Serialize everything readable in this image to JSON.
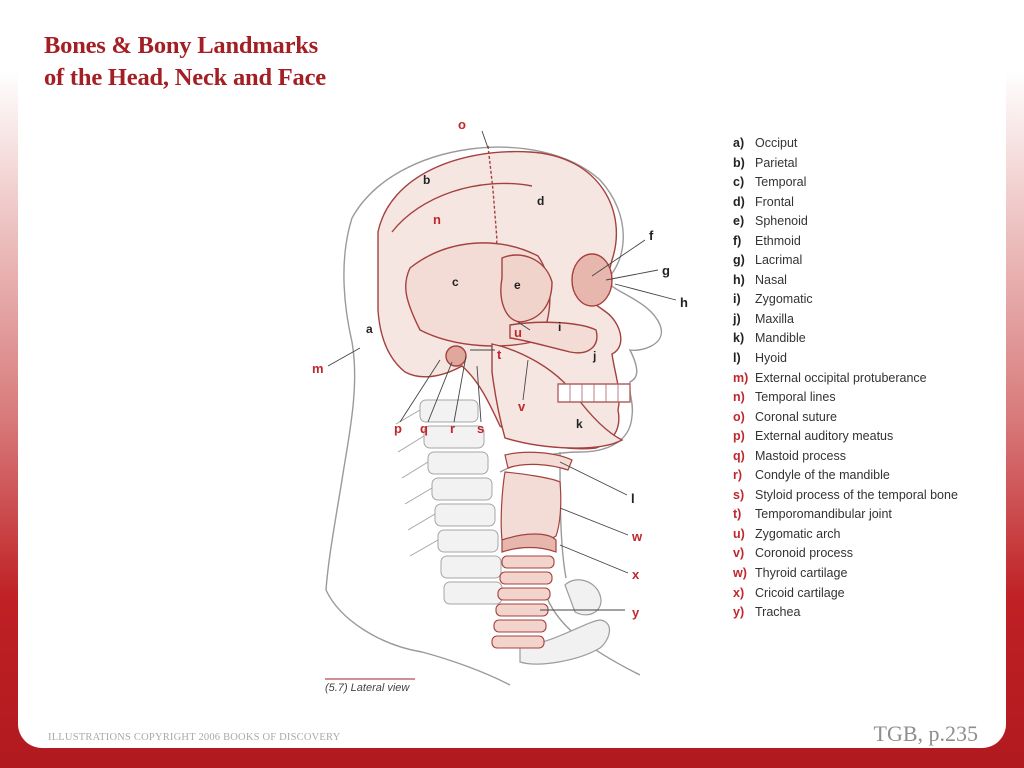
{
  "colors": {
    "brand": "#a31f24",
    "letter_red": "#c0272d",
    "letter_dark": "#222222",
    "bone_stroke": "#a4413f",
    "bone_fill": "#f6e6e1",
    "outline": "#9a9a9a"
  },
  "title": {
    "line1": "Bones & Bony Landmarks",
    "line2": "of the Head, Neck and Face"
  },
  "legend": [
    {
      "letter": "a)",
      "text": "Occiput",
      "red": false
    },
    {
      "letter": "b)",
      "text": "Parietal",
      "red": false
    },
    {
      "letter": "c)",
      "text": "Temporal",
      "red": false
    },
    {
      "letter": "d)",
      "text": "Frontal",
      "red": false
    },
    {
      "letter": "e)",
      "text": "Sphenoid",
      "red": false
    },
    {
      "letter": "f)",
      "text": "Ethmoid",
      "red": false
    },
    {
      "letter": "g)",
      "text": "Lacrimal",
      "red": false
    },
    {
      "letter": "h)",
      "text": "Nasal",
      "red": false
    },
    {
      "letter": "i)",
      "text": "Zygomatic",
      "red": false
    },
    {
      "letter": "j)",
      "text": "Maxilla",
      "red": false
    },
    {
      "letter": "k)",
      "text": "Mandible",
      "red": false
    },
    {
      "letter": "l)",
      "text": "Hyoid",
      "red": false
    },
    {
      "letter": "m)",
      "text": "External occipital protuberance",
      "red": true
    },
    {
      "letter": "n)",
      "text": "Temporal lines",
      "red": true
    },
    {
      "letter": "o)",
      "text": "Coronal suture",
      "red": true
    },
    {
      "letter": "p)",
      "text": "External auditory meatus",
      "red": true
    },
    {
      "letter": "q)",
      "text": "Mastoid process",
      "red": true
    },
    {
      "letter": "r)",
      "text": "Condyle of the mandible",
      "red": true
    },
    {
      "letter": "s)",
      "text": "Styloid process of the temporal bone",
      "red": true
    },
    {
      "letter": "t)",
      "text": "Temporomandibular joint",
      "red": true
    },
    {
      "letter": "u)",
      "text": "Zygomatic arch",
      "red": true
    },
    {
      "letter": "v)",
      "text": "Coronoid process",
      "red": true
    },
    {
      "letter": "w)",
      "text": "Thyroid cartilage",
      "red": true
    },
    {
      "letter": "x)",
      "text": "Cricoid cartilage",
      "red": true
    },
    {
      "letter": "y)",
      "text": "Trachea",
      "red": true
    }
  ],
  "diagram_labels": {
    "a": "a",
    "b": "b",
    "c": "c",
    "d": "d",
    "e": "e",
    "f": "f",
    "g": "g",
    "h": "h",
    "i": "i",
    "j": "j",
    "k": "k",
    "l": "l",
    "m": "m",
    "n": "n",
    "o": "o",
    "p": "p",
    "q": "q",
    "r": "r",
    "s": "s",
    "t": "t",
    "u": "u",
    "v": "v",
    "w": "w",
    "x": "x",
    "y": "y"
  },
  "caption": "(5.7) Lateral view",
  "footer": {
    "copyright": "ILLUSTRATIONS COPYRIGHT 2006 BOOKS OF DISCOVERY",
    "page_ref": "TGB, p.235"
  }
}
